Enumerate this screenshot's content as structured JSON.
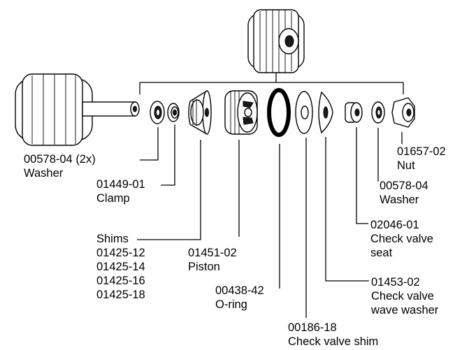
{
  "callouts": [
    {
      "id": "washer-2x",
      "part": "00578-04 (2x)",
      "desc": [
        "Washer"
      ]
    },
    {
      "id": "clamp",
      "part": "01449-01",
      "desc": [
        "Clamp"
      ]
    },
    {
      "id": "shims",
      "part": "Shims",
      "desc": [
        "01425-12",
        "01425-14",
        "01425-16",
        "01425-18"
      ]
    },
    {
      "id": "piston",
      "part": "01451-02",
      "desc": [
        "Piston"
      ]
    },
    {
      "id": "o-ring",
      "part": "00438-42",
      "desc": [
        "O-ring"
      ]
    },
    {
      "id": "check-valve-shim",
      "part": "00186-18",
      "desc": [
        "Check valve shim"
      ]
    },
    {
      "id": "wave-washer",
      "part": "01453-02",
      "desc": [
        "Check valve",
        "wave washer"
      ]
    },
    {
      "id": "valve-seat",
      "part": "02046-01",
      "desc": [
        "Check valve",
        "seat"
      ]
    },
    {
      "id": "washer",
      "part": "00578-04",
      "desc": [
        "Washer"
      ]
    },
    {
      "id": "nut",
      "part": "01657-02",
      "desc": [
        "Nut"
      ]
    }
  ]
}
